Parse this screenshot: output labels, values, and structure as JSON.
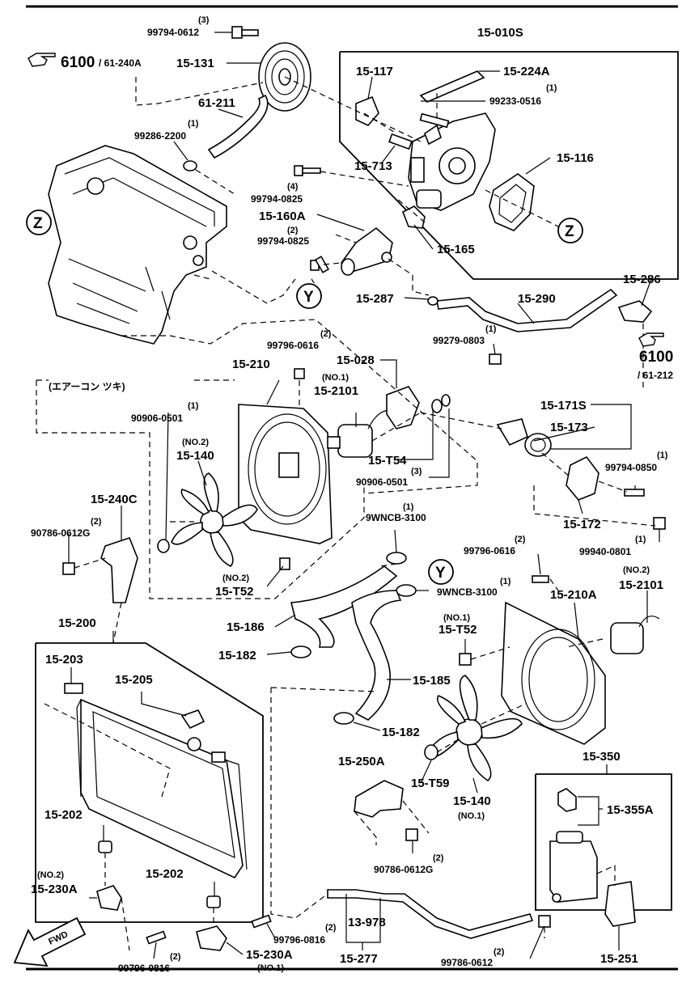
{
  "labels": {
    "l_99794_0612_q": "(3)",
    "l_99794_0612": "99794-0612",
    "l_15_010S": "15-010S",
    "l_6100_a": "6100",
    "l_61_240A": "/ 61-240A",
    "l_15_131": "15-131",
    "l_15_117": "15-117",
    "l_15_224A": "15-224A",
    "l_99233_q": "(1)",
    "l_99233": "99233-0516",
    "l_61_211": "61-211",
    "l_99286_q": "(1)",
    "l_99286": "99286-2200",
    "l_15_713": "15-713",
    "l_15_116": "15-116",
    "l_99794_0825a_q": "(4)",
    "l_99794_0825a": "99794-0825",
    "l_z1": "Z",
    "l_z2": "Z",
    "l_15_160A": "15-160A",
    "l_99794_0825b_q": "(2)",
    "l_99794_0825b": "99794-0825",
    "l_15_165": "15-165",
    "l_y1": "Y",
    "l_y2": "Y",
    "l_15_286": "15-286",
    "l_15_287": "15-287",
    "l_15_290": "15-290",
    "l_99279_q": "(1)",
    "l_99279": "99279-0803",
    "l_6100_b": "6100",
    "l_61_212": "/ 61-212",
    "l_99796_0616a_q": "(2)",
    "l_99796_0616a": "99796-0616",
    "l_15_210": "15-210",
    "l_15_028": "15-028",
    "l_aircon": "(エアーコン ツキ)",
    "l_no1a": "(NO.1)",
    "l_15_2101a": "15-2101",
    "l_90906a_q": "(1)",
    "l_90906a": "90906-0501",
    "l_no2a": "(NO.2)",
    "l_15_140a": "15-140",
    "l_15_T54": "15-T54",
    "l_90906b_q": "(3)",
    "l_90906b": "90906-0501",
    "l_15_171S": "15-171S",
    "l_15_173": "15-173",
    "l_99794_0850_q": "(1)",
    "l_99794_0850": "99794-0850",
    "l_15_240C": "15-240C",
    "l_90786a_q": "(2)",
    "l_90786a": "90786-0612G",
    "l_9wncb1_q": "(1)",
    "l_9wncb1": "9WNCB-3100",
    "l_15_172": "15-172",
    "l_99940_q": "(1)",
    "l_99940": "99940-0801",
    "l_99796_0616b_q": "(2)",
    "l_99796_0616b": "99796-0616",
    "l_9wncb2_q": "(1)",
    "l_9wncb2": "9WNCB-3100",
    "l_no2b": "(NO.2)",
    "l_15_2101b": "15-2101",
    "l_no2c": "(NO.2)",
    "l_15_T52a": "15-T52",
    "l_15_210A": "15-210A",
    "l_15_200": "15-200",
    "l_15_186": "15-186",
    "l_no1b": "(NO.1)",
    "l_15_T52b": "15-T52",
    "l_15_203": "15-203",
    "l_15_182a": "15-182",
    "l_15_205": "15-205",
    "l_15_185": "15-185",
    "l_15_182b": "15-182",
    "l_15_350": "15-350",
    "l_15_250A": "15-250A",
    "l_15_T59": "15-T59",
    "l_15_355A": "15-355A",
    "l_15_202a": "15-202",
    "l_15_140b": "15-140",
    "l_no1c": "(NO.1)",
    "l_90786b_q": "(2)",
    "l_90786b": "90786-0612G",
    "l_no2d": "(NO.2)",
    "l_15_230Aa": "15-230A",
    "l_15_202b": "15-202",
    "l_13_978": "13-978",
    "l_99796_0816a_q": "(2)",
    "l_99796_0816a": "99796-0816",
    "l_15_230Ab": "15-230A",
    "l_no1d": "(NO.1)",
    "l_99796_0816b_q": "(2)",
    "l_99796_0816b": "99796-0816",
    "l_15_277": "15-277",
    "l_99786_q": "(2)",
    "l_99786": "99786-0612",
    "l_15_251": "15-251",
    "l_fwd": "FWD"
  },
  "icons": {
    "reference": "pointing-hand-icon",
    "front": "fwd-arrow-icon"
  }
}
